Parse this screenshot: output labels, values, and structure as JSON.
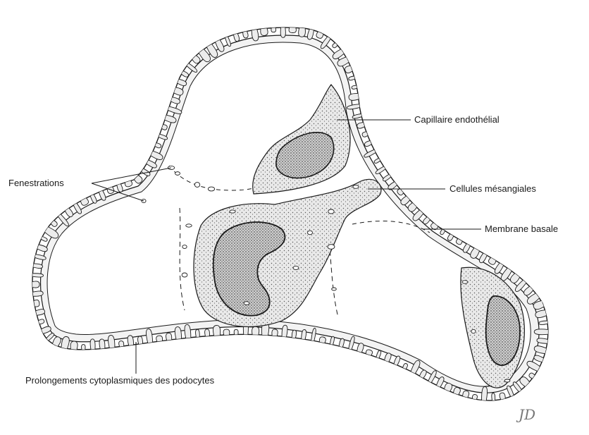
{
  "labels": {
    "capillaire": "Capillaire endothélial",
    "fenestrations": "Fenestrations",
    "mesangiales": "Cellules mésangiales",
    "membrane": "Membrane basale",
    "podocytes": "Prolongements cytoplasmiques des podocytes"
  },
  "signature": "JD",
  "colors": {
    "ink": "#1a1a1a",
    "cell_fill": "#e6e6e6",
    "nucleus_fill": "#cfcfcf",
    "membrane_fill": "#f3f3f3"
  }
}
